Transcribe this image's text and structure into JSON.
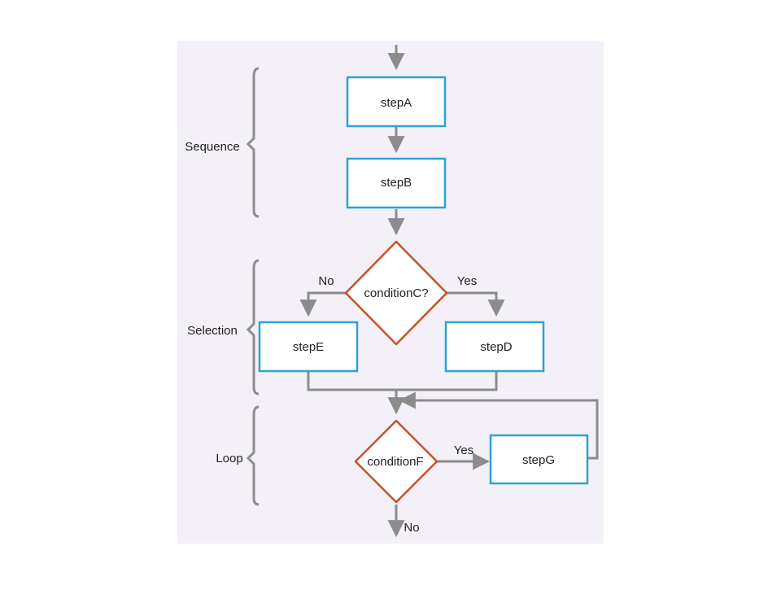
{
  "colors": {
    "panel": "#f4f0f7",
    "box_stroke": "#2ba3d4",
    "diamond_stroke": "#c9502a",
    "connector": "#8c8c8c",
    "bracket": "#8c8c8c"
  },
  "sections": {
    "sequence": "Sequence",
    "selection": "Selection",
    "loop": "Loop"
  },
  "nodes": {
    "stepA": "stepA",
    "stepB": "stepB",
    "conditionC": "conditionC?",
    "stepD": "stepD",
    "stepE": "stepE",
    "conditionF": "conditionF",
    "stepG": "stepG"
  },
  "edges": {
    "c_no": "No",
    "c_yes": "Yes",
    "f_yes": "Yes",
    "f_no": "No"
  }
}
